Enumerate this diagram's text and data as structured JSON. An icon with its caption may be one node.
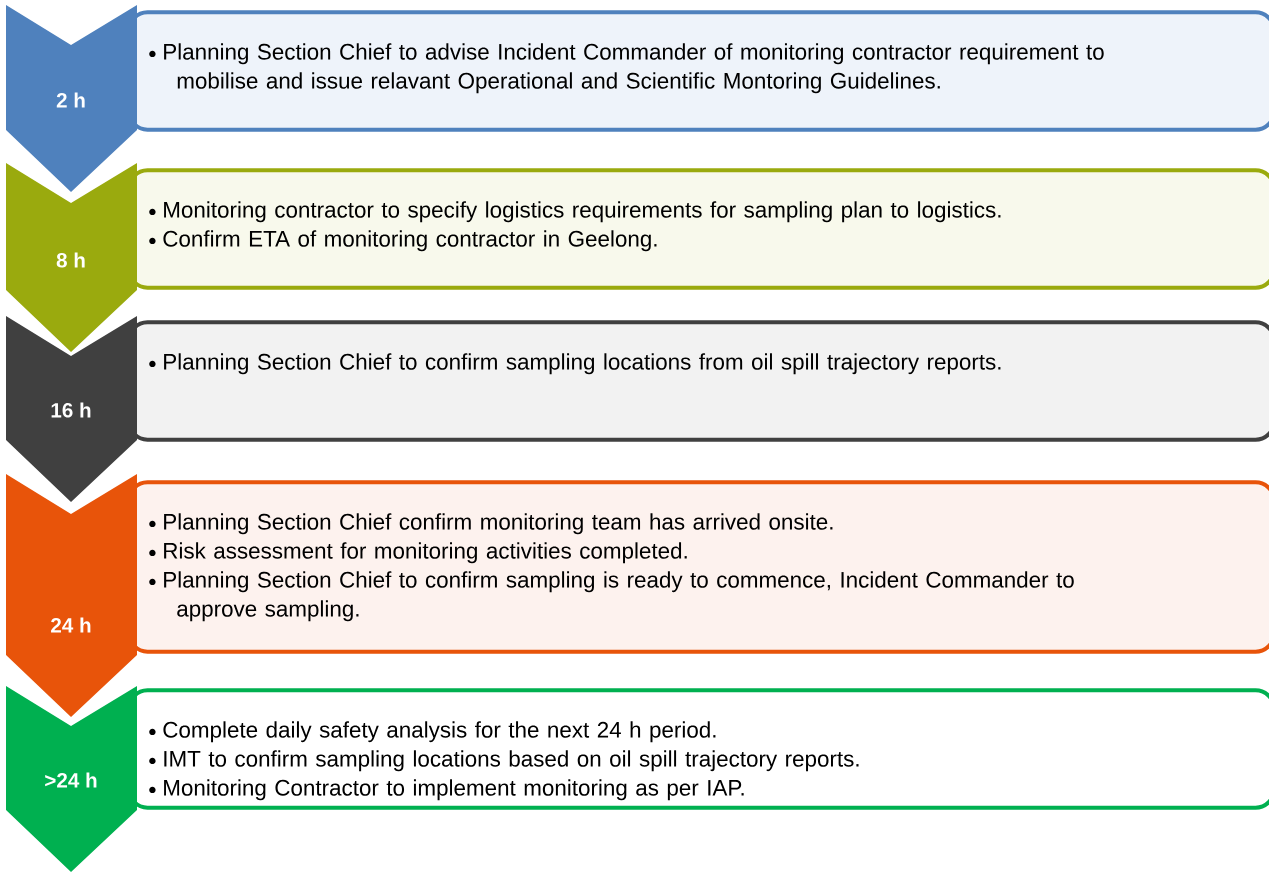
{
  "diagram": {
    "nodes": [
      {
        "text": [
          "2 h"
        ]
      },
      {
        "text": [
          "Planning Section Chief to advise Incident Commander of monitoring contractor requirement to mobilise and issue relavant Operational and Scientific Montoring Guidelines."
        ]
      },
      {
        "text": [
          "8 h"
        ]
      },
      {
        "text": [
          "Monitoring contractor to specify logistics requirements for sampling plan to logistics.",
          "Confirm ETA of monitoring contractor in Geelong."
        ]
      },
      {
        "text": [
          "16 h"
        ]
      },
      {
        "text": [
          "Planning Section Chief to confirm sampling locations from oil spill trajectory reports."
        ]
      },
      {
        "text": [
          "24 h"
        ]
      },
      {
        "text": [
          "Planning Section Chief confirm monitoring team has arrived onsite.",
          "Risk assessment for monitoring activities completed.",
          "Planning Section Chief to confirm sampling is ready to commence, Incident Commander  to approve sampling."
        ]
      },
      {
        "text": [
          ">24 h"
        ]
      },
      {
        "text": [
          "Complete daily safety analysis for the next 24 h period.",
          "IMT to confirm sampling locations based on oil spill trajectory reports.",
          "Monitoring Contractor to implement monitoring as per IAP."
        ]
      }
    ]
  }
}
